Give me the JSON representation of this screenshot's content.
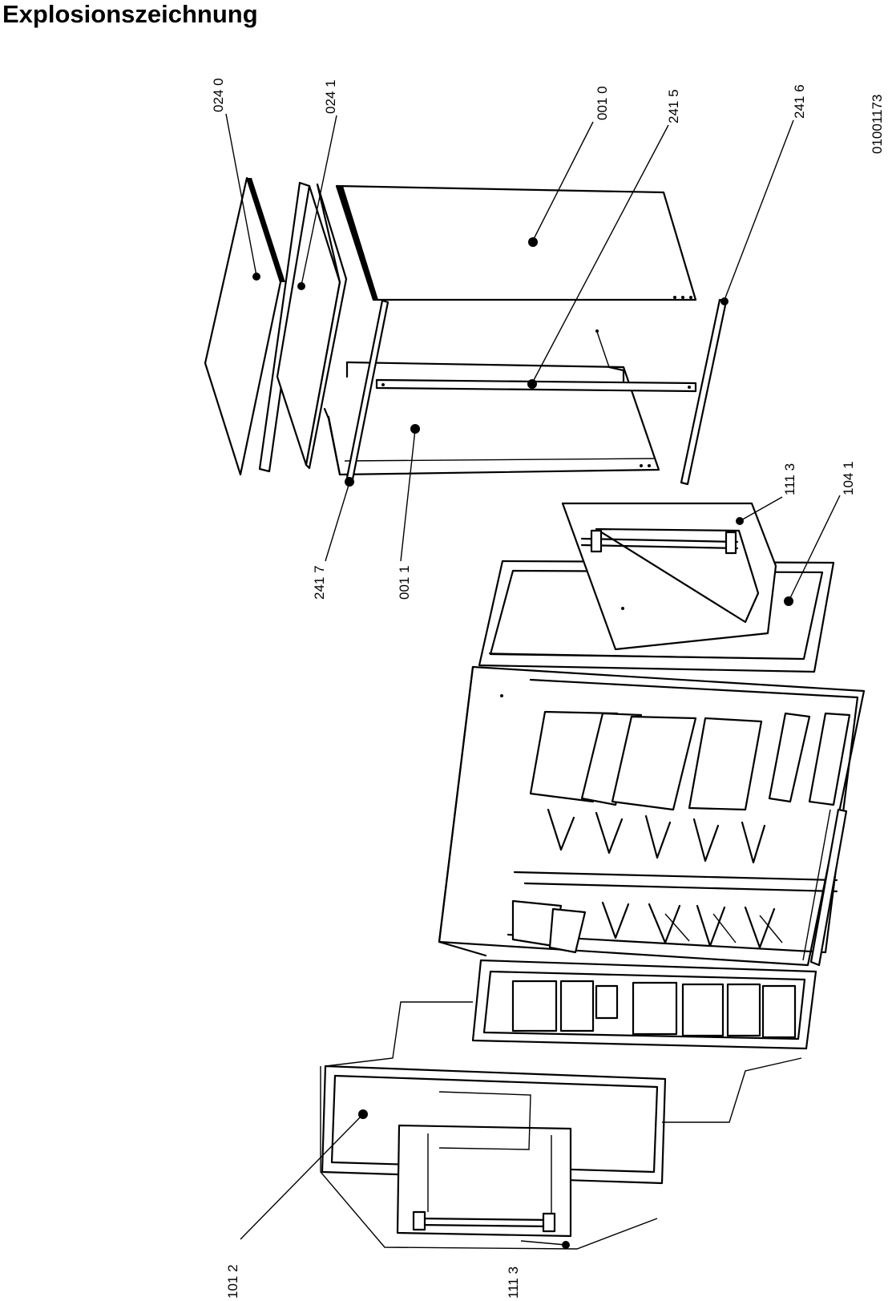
{
  "title": "Explosionszeichnung",
  "drawing_number": "01001173",
  "callouts": {
    "c0240": "024 0",
    "c0241": "024 1",
    "c0010": "001 0",
    "c2415": "241 5",
    "c2416": "241 6",
    "c2417": "241 7",
    "c0011": "001 1",
    "c1113_top": "111 3",
    "c1041": "104 1",
    "c1012": "101 2",
    "c1113_bottom": "111 3"
  },
  "colors": {
    "ink": "#000000",
    "paper": "#ffffff"
  }
}
